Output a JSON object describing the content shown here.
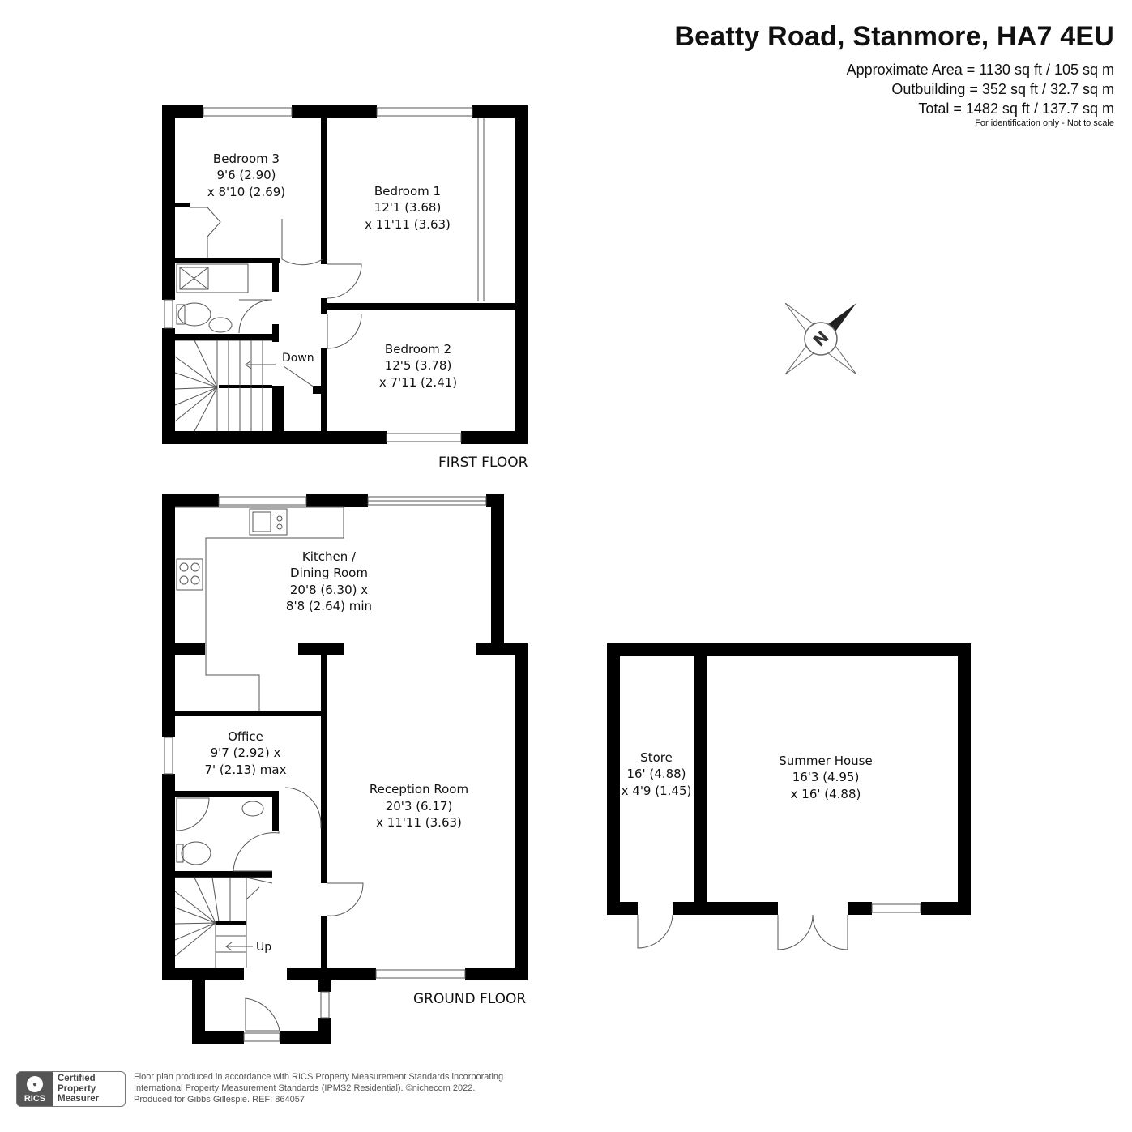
{
  "header": {
    "title": "Beatty Road, Stanmore, HA7 4EU",
    "area_lines": [
      "Approximate Area = 1130 sq ft / 105 sq m",
      "Outbuilding = 352 sq ft / 32.7 sq m",
      "Total = 1482 sq ft / 137.7 sq m"
    ],
    "disclaimer": "For identification only - Not to scale"
  },
  "first_floor": {
    "label": "FIRST FLOOR",
    "bedroom3": [
      "Bedroom 3",
      "9'6 (2.90)",
      "x 8'10 (2.69)"
    ],
    "bedroom1": [
      "Bedroom 1",
      "12'1 (3.68)",
      "x 11'11 (3.63)"
    ],
    "bedroom2": [
      "Bedroom 2",
      "12'5 (3.78)",
      "x 7'11 (2.41)"
    ],
    "stairs_label": "Down"
  },
  "ground_floor": {
    "label": "GROUND FLOOR",
    "kitchen": [
      "Kitchen /",
      "Dining Room",
      "20'8 (6.30) x",
      "8'8 (2.64) min"
    ],
    "office": [
      "Office",
      "9'7 (2.92) x",
      "7' (2.13) max"
    ],
    "reception": [
      "Reception Room",
      "20'3 (6.17)",
      "x 11'11 (3.63)"
    ],
    "stairs_label": "Up"
  },
  "outbuilding": {
    "store": [
      "Store",
      "16' (4.88)",
      "x 4'9 (1.45)"
    ],
    "summer_house": [
      "Summer House",
      "16'3 (4.95)",
      "x 16' (4.88)"
    ]
  },
  "compass": {
    "letter": "N"
  },
  "footer": {
    "lines": [
      "Floor plan produced in accordance with RICS Property Measurement Standards incorporating",
      "International Property Measurement Standards (IPMS2 Residential).  ©nichecom 2022.",
      "Produced for Gibbs Gillespie.   REF: 864057"
    ],
    "logo_badge": "RICS",
    "logo_text": [
      "Certified",
      "Property",
      "Measurer"
    ]
  }
}
